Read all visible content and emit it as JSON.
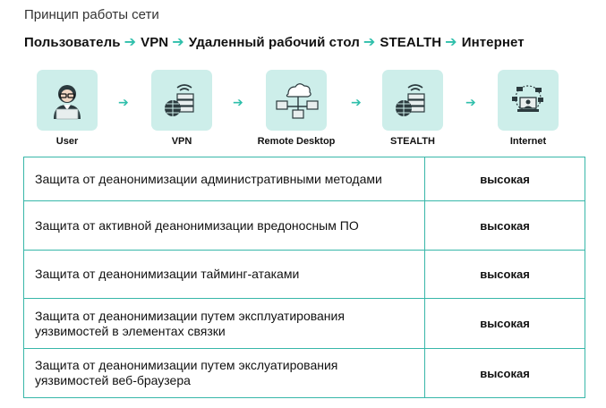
{
  "title": "Принцип работы сети",
  "chain": [
    "Пользователь",
    "VPN",
    "Удаленный рабочий стол",
    "STEALTH",
    "Интернет"
  ],
  "nodes": [
    {
      "label": "User",
      "icon": "user-icon"
    },
    {
      "label": "VPN",
      "icon": "vpn-server-icon"
    },
    {
      "label": "Remote Desktop",
      "icon": "remote-desktop-icon"
    },
    {
      "label": "STEALTH",
      "icon": "stealth-server-icon"
    },
    {
      "label": "Internet",
      "icon": "internet-icon"
    }
  ],
  "table": [
    {
      "text": "Защита от деанонимизации административными методами",
      "value": "высокая"
    },
    {
      "text": "Защита от активной деанонимизации вредоносным ПО",
      "value": "высокая"
    },
    {
      "text": "Защита от деанонимизации тайминг-атаками",
      "value": "высокая"
    },
    {
      "text": "Защита от деанонимизации путем эксплуатирования уязвимостей в элементах связки",
      "value": "высокая"
    },
    {
      "text": "Защита от деанонимизации путем экслуатирования уязвимостей веб-браузера",
      "value": "высокая"
    }
  ],
  "colors": {
    "accent": "#2fbfab",
    "box_bg": "#cdeeea",
    "border": "#38b7a9",
    "dark": "#2b3a3e"
  }
}
